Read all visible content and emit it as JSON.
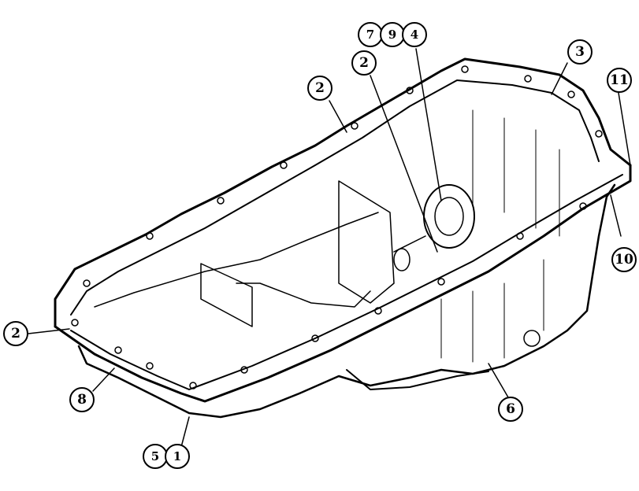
{
  "callouts": [
    "7",
    "9",
    "4",
    "2",
    "3",
    "11",
    "2",
    "10",
    "2",
    "8",
    "6",
    "5",
    "1"
  ],
  "colors": {
    "line": "#000000",
    "background": "#ffffff"
  }
}
